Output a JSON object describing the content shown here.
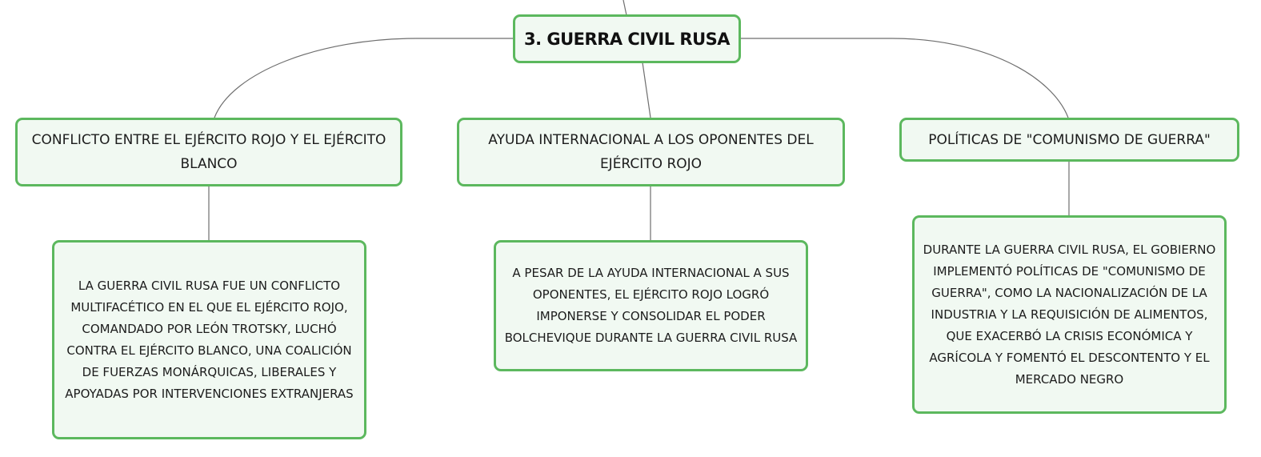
{
  "root": {
    "title": "3. GUERRA CIVIL RUSA"
  },
  "branches": [
    {
      "title": "CONFLICTO ENTRE EL EJÉRCITO ROJO Y EL EJÉRCITO BLANCO",
      "detail": "LA GUERRA CIVIL RUSA FUE UN CONFLICTO MULTIFACÉTICO EN EL QUE EL EJÉRCITO ROJO, COMANDADO POR LEÓN TROTSKY, LUCHÓ CONTRA EL EJÉRCITO BLANCO, UNA COALICIÓN DE FUERZAS MONÁRQUICAS, LIBERALES Y APOYADAS POR INTERVENCIONES EXTRANJERAS"
    },
    {
      "title": "AYUDA INTERNACIONAL A LOS OPONENTES DEL EJÉRCITO ROJO",
      "detail": "A PESAR DE LA AYUDA INTERNACIONAL A SUS OPONENTES, EL EJÉRCITO ROJO LOGRÓ IMPONERSE Y CONSOLIDAR EL PODER BOLCHEVIQUE DURANTE LA GUERRA CIVIL RUSA"
    },
    {
      "title": "POLÍTICAS DE \"COMUNISMO DE GUERRA\"",
      "detail": "DURANTE LA GUERRA CIVIL RUSA, EL GOBIERNO IMPLEMENTÓ POLÍTICAS DE \"COMUNISMO DE GUERRA\", COMO LA NACIONALIZACIÓN DE LA INDUSTRIA Y LA REQUISICIÓN DE ALIMENTOS, QUE EXACERBÓ LA CRISIS ECONÓMICA Y AGRÍCOLA Y FOMENTÓ EL DESCONTENTO Y EL MERCADO NEGRO"
    }
  ],
  "colors": {
    "node_border": "#5cb85e",
    "node_fill": "#f1f9f2",
    "connector": "#6e6e6e",
    "text": "#1c1c1c"
  }
}
